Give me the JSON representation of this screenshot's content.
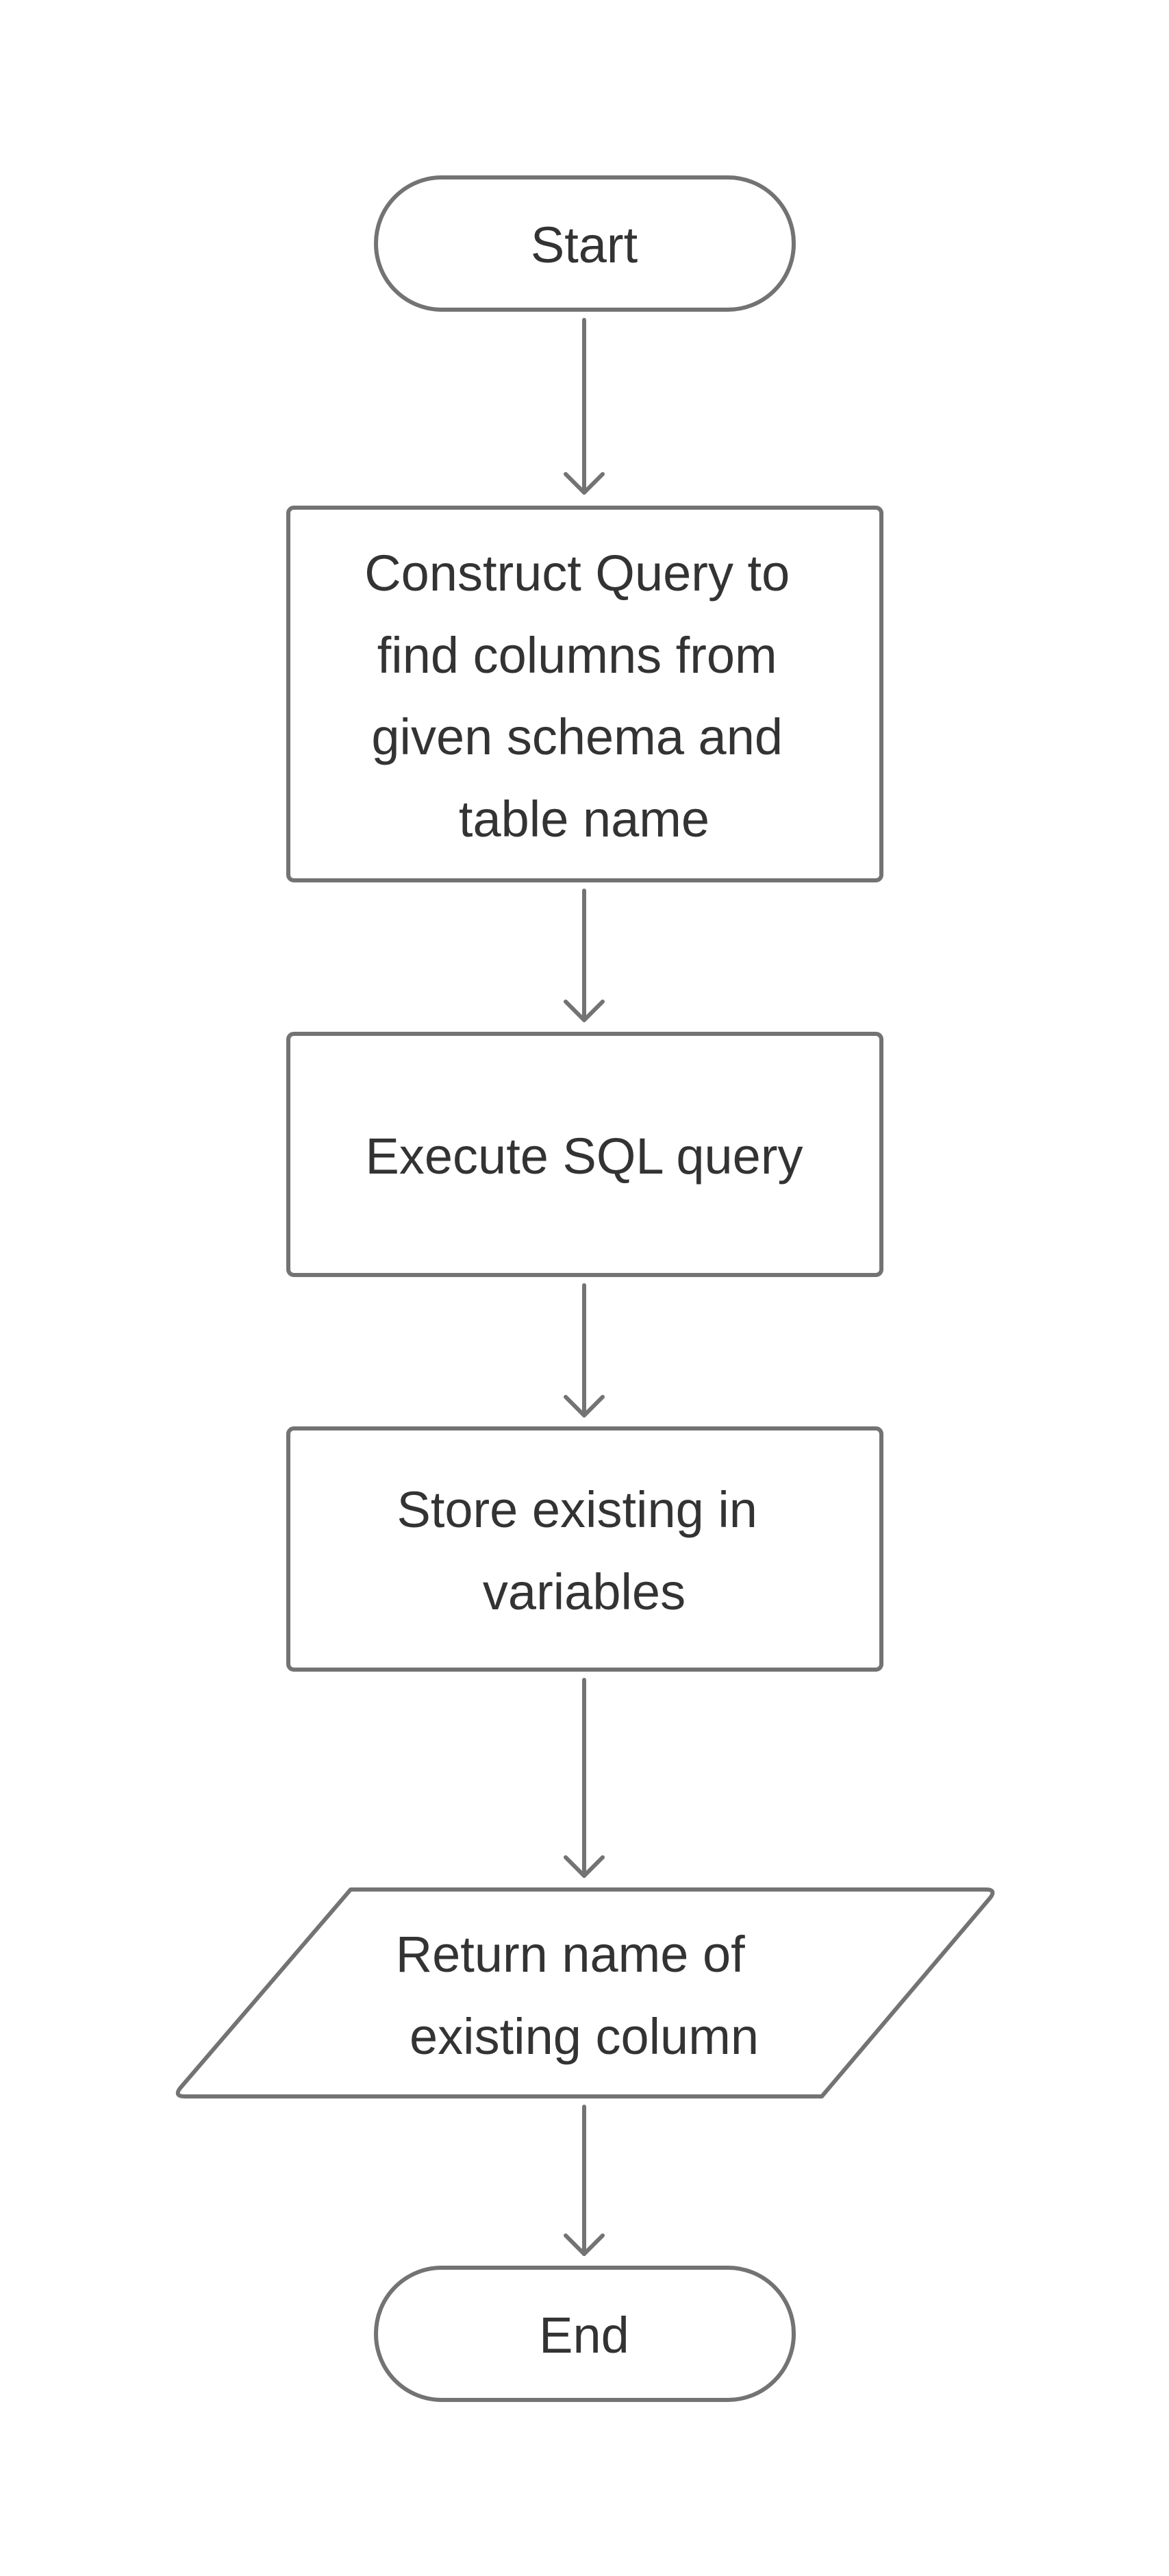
{
  "flowchart": {
    "nodes": [
      {
        "id": "start",
        "shape": "terminal",
        "lines": [
          "Start"
        ]
      },
      {
        "id": "construct",
        "shape": "process",
        "lines": [
          "Construct Query to",
          "find columns from",
          "given schema and",
          "table name"
        ]
      },
      {
        "id": "execute",
        "shape": "process",
        "lines": [
          "Execute SQL query"
        ]
      },
      {
        "id": "store",
        "shape": "process",
        "lines": [
          "Store existing in",
          "variables"
        ]
      },
      {
        "id": "return",
        "shape": "io",
        "lines": [
          "Return name of",
          "existing column"
        ]
      },
      {
        "id": "end",
        "shape": "terminal",
        "lines": [
          "End"
        ]
      }
    ],
    "edges": [
      {
        "from": "start",
        "to": "construct"
      },
      {
        "from": "construct",
        "to": "execute"
      },
      {
        "from": "execute",
        "to": "store"
      },
      {
        "from": "store",
        "to": "return"
      },
      {
        "from": "return",
        "to": "end"
      }
    ],
    "colors": {
      "stroke": "#737373",
      "text": "#333333",
      "fill": "#ffffff"
    }
  }
}
